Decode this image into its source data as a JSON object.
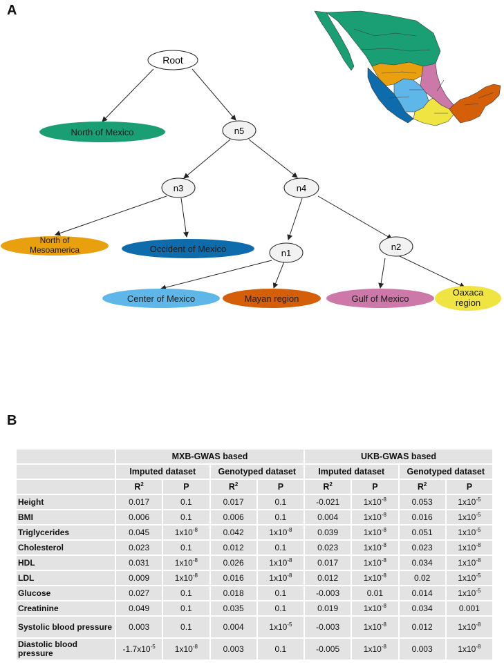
{
  "panel_a": {
    "label": "A",
    "tree": {
      "nodes": {
        "root": "Root",
        "n5": "n5",
        "n3": "n3",
        "n4": "n4",
        "n1": "n1",
        "n2": "n2"
      },
      "leaves": {
        "north": "North of Mexico",
        "north_meso_1": "North of",
        "north_meso_2": "Mesoamerica",
        "occident": "Occident of Mexico",
        "center": "Center of Mexico",
        "mayan": "Mayan region",
        "gulf": "Gulf of Mexico",
        "oaxaca_1": "Oaxaca",
        "oaxaca_2": "region"
      },
      "colors": {
        "north": "#1a9e73",
        "north_meso": "#e8a00e",
        "occident": "#0e6cac",
        "center": "#5fb7e9",
        "mayan": "#d45f08",
        "gulf": "#cc79a9",
        "oaxaca": "#f0e442"
      }
    }
  },
  "panel_b": {
    "label": "B",
    "headers": {
      "mxb": "MXB-GWAS based",
      "ukb": "UKB-GWAS based",
      "imputed": "Imputed dataset",
      "genotyped": "Genotyped dataset",
      "r2": "R",
      "r2_sup": "2",
      "p": "P"
    },
    "rows": [
      {
        "label": "Height",
        "cells": [
          "0.017",
          "0.1",
          "0.017",
          "0.1",
          "-0.021",
          "1x10|-8",
          "0.053",
          "1x10|-5"
        ]
      },
      {
        "label": "BMI",
        "cells": [
          "0.006",
          "0.1",
          "0.006",
          "0.1",
          "0.004",
          "1x10|-8",
          "0.016",
          "1x10|-5"
        ]
      },
      {
        "label": "Triglycerides",
        "cells": [
          "0.045",
          "1x10|-8",
          "0.042",
          "1x10|-8",
          "0.039",
          "1x10|-8",
          "0.051",
          "1x10|-5"
        ]
      },
      {
        "label": "Cholesterol",
        "cells": [
          "0.023",
          "0.1",
          "0.012",
          "0.1",
          "0.023",
          "1x10|-8",
          "0.023",
          "1x10|-8"
        ]
      },
      {
        "label": "HDL",
        "cells": [
          "0.031",
          "1x10|-8",
          "0.026",
          "1x10|-8",
          "0.017",
          "1x10|-8",
          "0.034",
          "1x10|-8"
        ]
      },
      {
        "label": "LDL",
        "cells": [
          "0.009",
          "1x10|-8",
          "0.016",
          "1x10|-8",
          "0.012",
          "1x10|-8",
          "0.02",
          "1x10|-5"
        ]
      },
      {
        "label": "Glucose",
        "cells": [
          "0.027",
          "0.1",
          "0.018",
          "0.1",
          "-0.003",
          "0.01",
          "0.014",
          "1x10|-5"
        ]
      },
      {
        "label": "Creatinine",
        "cells": [
          "0.049",
          "0.1",
          "0.035",
          "0.1",
          "0.019",
          "1x10|-8",
          "0.034",
          "0.001"
        ]
      },
      {
        "label": "Systolic blood pressure",
        "cells": [
          "0.003",
          "0.1",
          "0.004",
          "1x10|-5",
          "-0.003",
          "1x10|-8",
          "0.012",
          "1x10|-8"
        ]
      },
      {
        "label": "Diastolic blood pressure",
        "cells": [
          "-1.7x10|-5",
          "1x10|-8",
          "0.003",
          "0.1",
          "-0.005",
          "1x10|-8",
          "0.003",
          "1x10|-8"
        ]
      }
    ]
  }
}
